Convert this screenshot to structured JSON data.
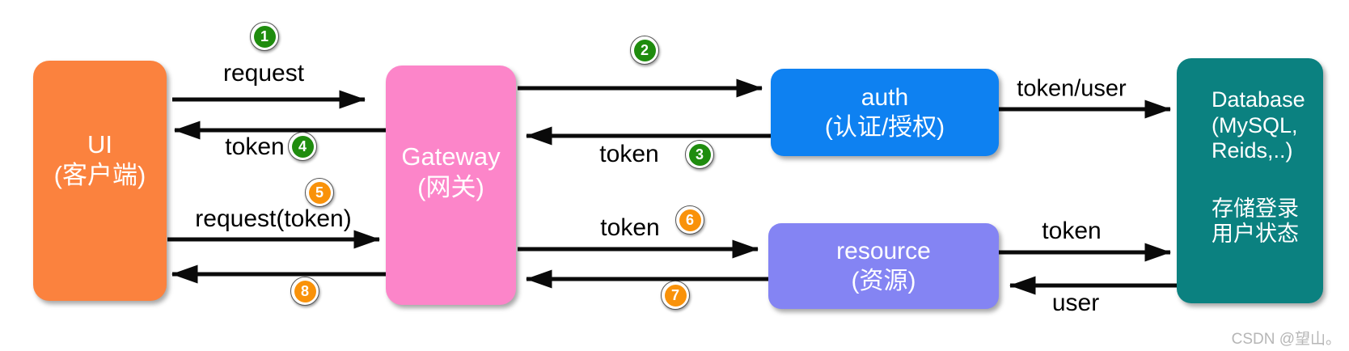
{
  "diagram": {
    "nodes": {
      "ui": {
        "title": "UI",
        "subtitle": "(客户端)",
        "color": "#fb823e"
      },
      "gateway": {
        "title": "Gateway",
        "subtitle": "(网关)",
        "color": "#fc85c9"
      },
      "auth": {
        "title": "auth",
        "subtitle": "(认证/授权)",
        "color": "#0e81f1"
      },
      "resource": {
        "title": "resource",
        "subtitle": "(资源)",
        "color": "#8484f3"
      },
      "database": {
        "line1": "Database",
        "line2": "(MySQL,",
        "line3": "Reids,..)",
        "note1": "存储登录",
        "note2": "用户状态",
        "color": "#0b8180"
      }
    },
    "labels": {
      "request": "request",
      "token_return": "token",
      "request_token": "request(token)",
      "token_to_gateway": "token",
      "token_to_resource": "token",
      "token_user": "token/user",
      "token_to_db": "token",
      "user_from_db": "user"
    },
    "badges": {
      "b1": {
        "num": "1",
        "color": "#1f8c0e"
      },
      "b2": {
        "num": "2",
        "color": "#1f8c0e"
      },
      "b3": {
        "num": "3",
        "color": "#1f8c0e"
      },
      "b4": {
        "num": "4",
        "color": "#1f8c0e"
      },
      "b5": {
        "num": "5",
        "color": "#f9920a"
      },
      "b6": {
        "num": "6",
        "color": "#f9920a"
      },
      "b7": {
        "num": "7",
        "color": "#f9920a"
      },
      "b8": {
        "num": "8",
        "color": "#f9920a"
      }
    },
    "watermark": "CSDN @望山。"
  }
}
